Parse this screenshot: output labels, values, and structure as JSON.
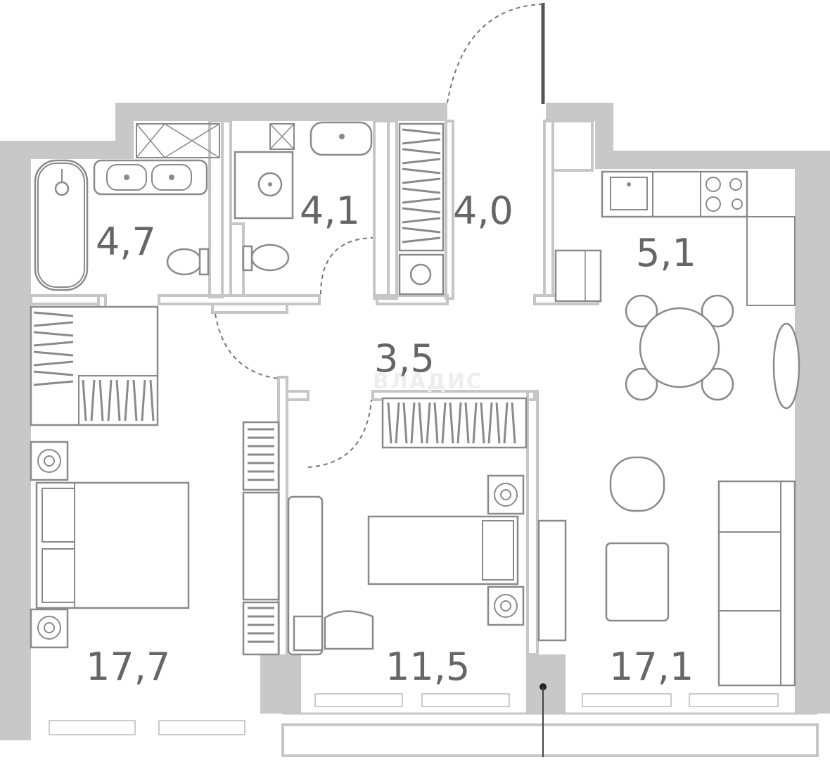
{
  "plan": {
    "rooms": [
      {
        "id": "bathroom",
        "area": "4,7"
      },
      {
        "id": "wc",
        "area": "4,1"
      },
      {
        "id": "wardrobe",
        "area": "4,0"
      },
      {
        "id": "kitchen",
        "area": "5,1"
      },
      {
        "id": "hall",
        "area": "3,5"
      },
      {
        "id": "bedroom",
        "area": "17,7"
      },
      {
        "id": "children-room",
        "area": "11,5"
      },
      {
        "id": "living-room",
        "area": "17,1"
      }
    ],
    "watermark": "ВЛАДИС"
  },
  "colors": {
    "wall": "#c8c8c8",
    "text": "#666666",
    "furniture": "#8a8a8a"
  }
}
